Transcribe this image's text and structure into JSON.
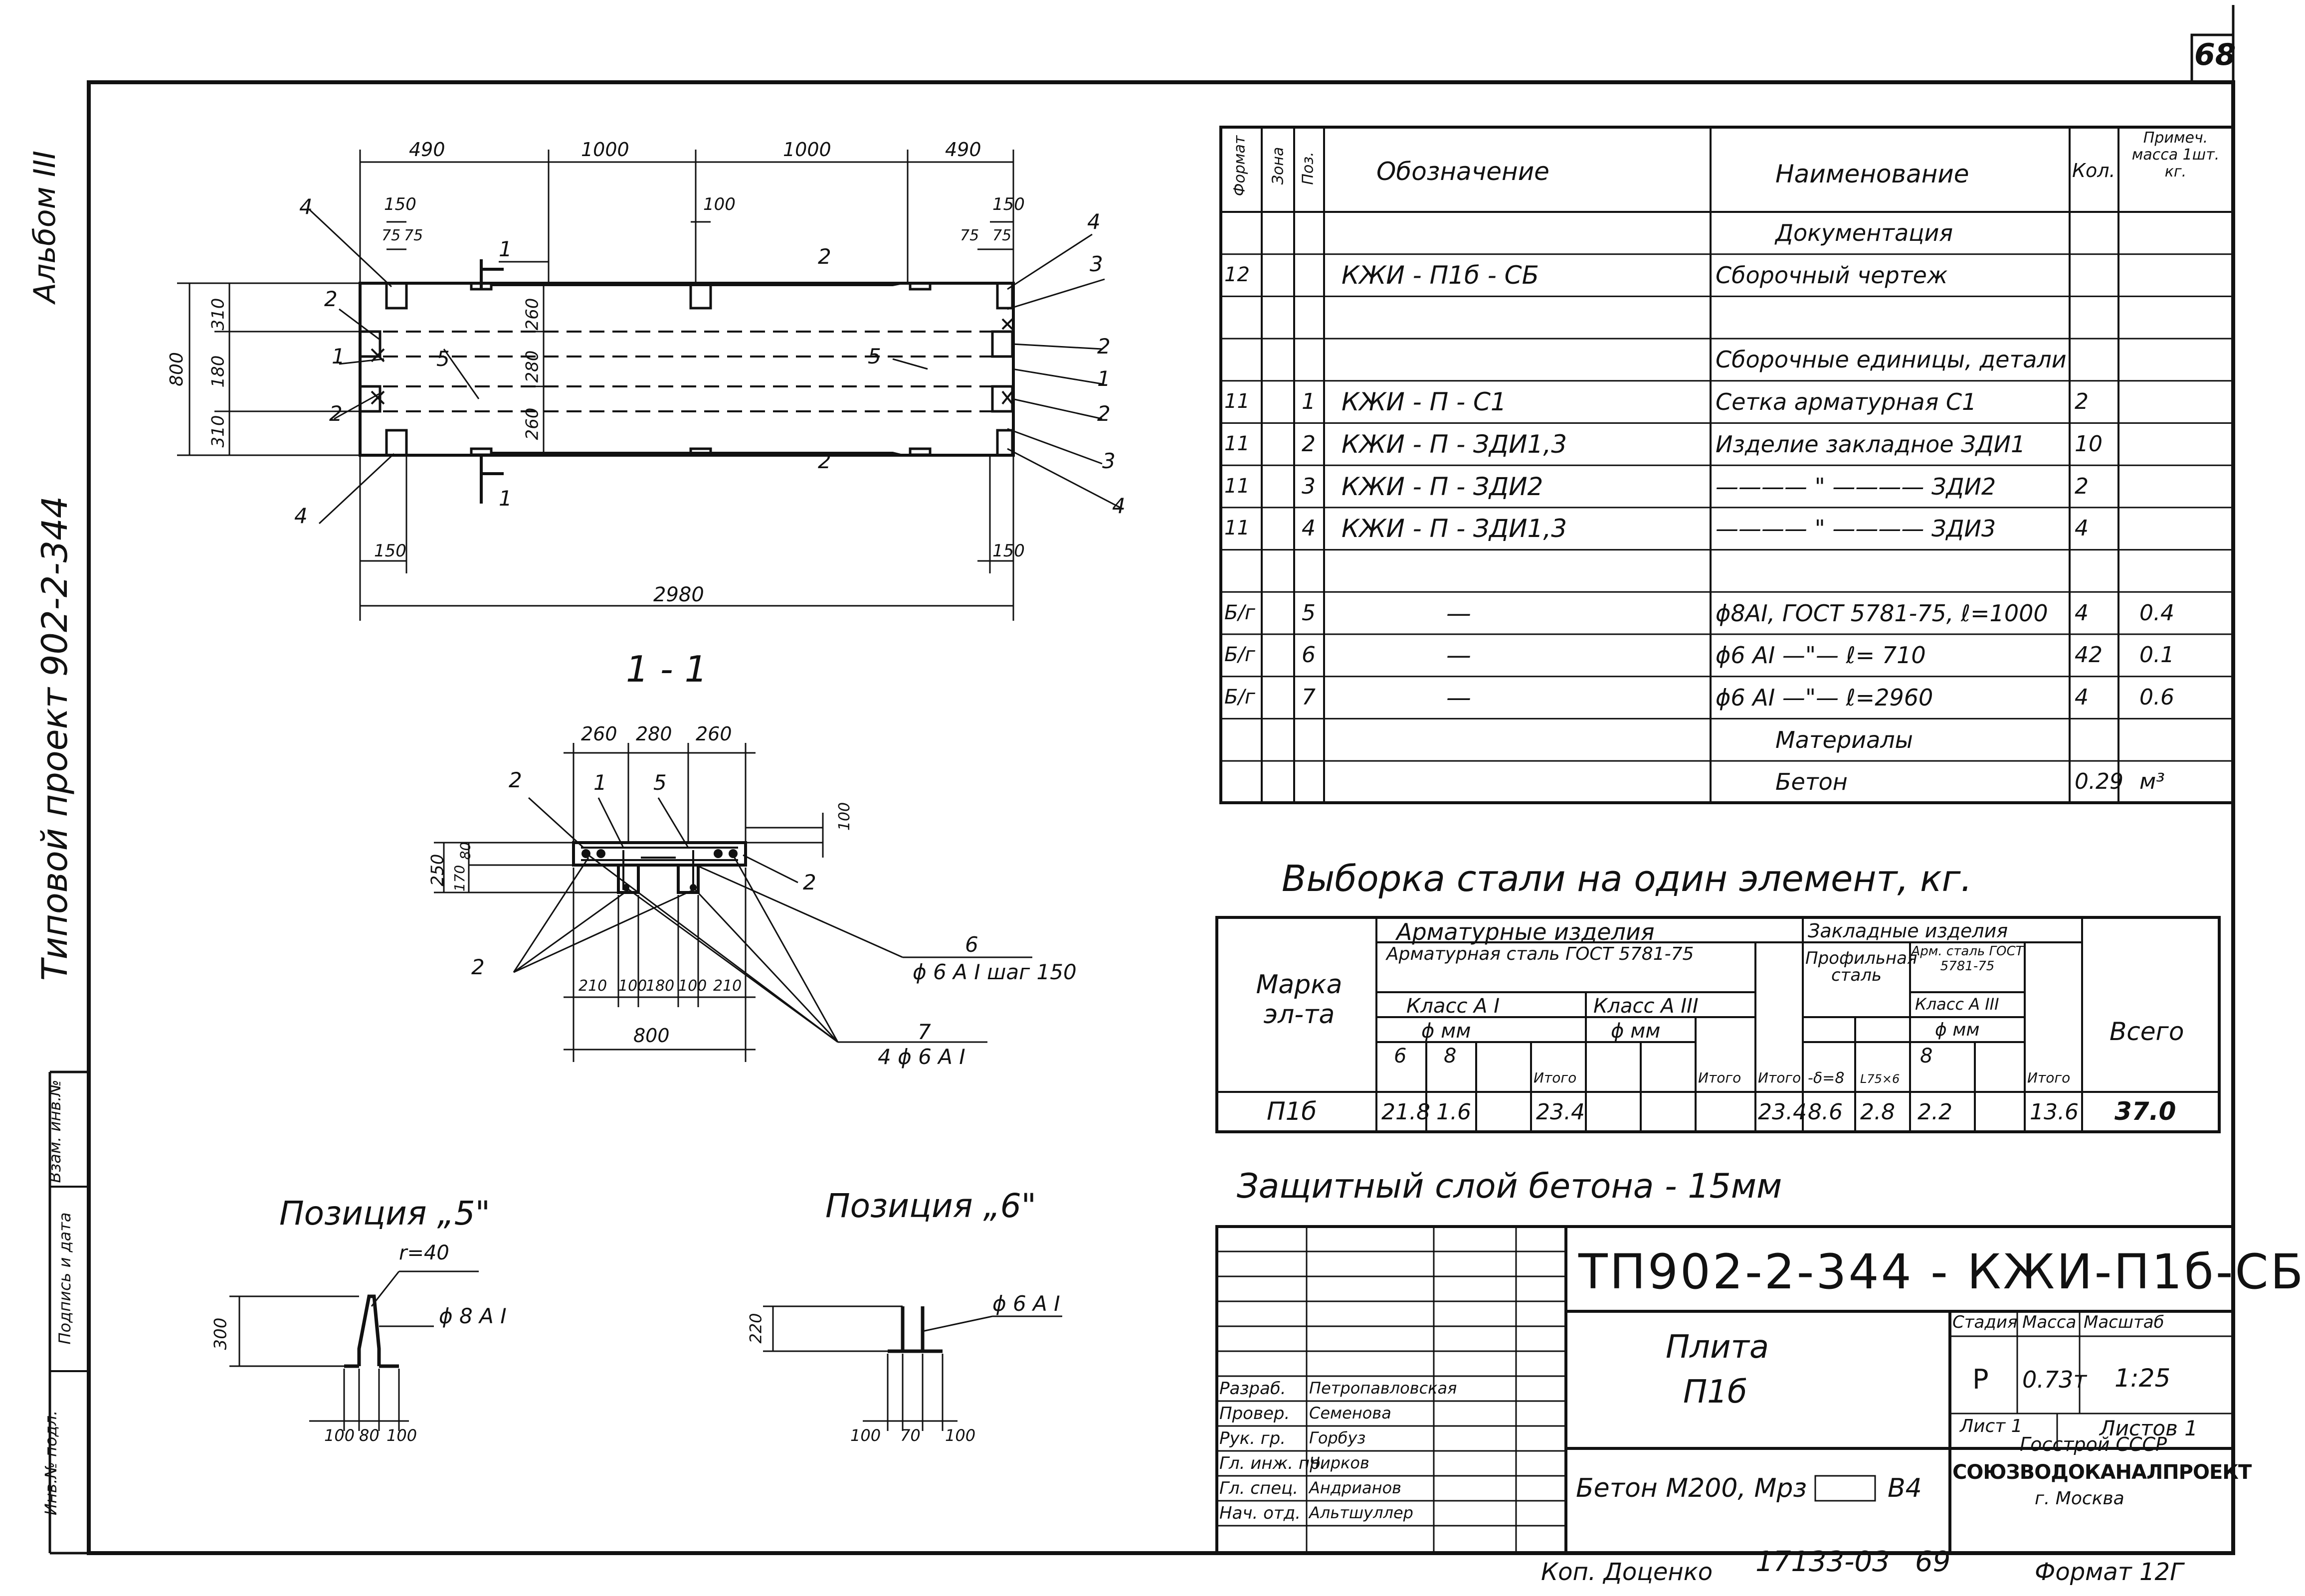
{
  "sheet": {
    "page_number": "68",
    "side_title": "Типовой проект 902-2-344",
    "side_album": "Альбом III",
    "side_boxes": [
      "Инв.№ подл.",
      "Подпись и дата",
      "Взам. инв.№"
    ],
    "copied_by": "Коп. Доценко",
    "order_number": "17133-03",
    "order_page": "69",
    "format_label": "Формат 12Г"
  },
  "plan": {
    "dims_top": [
      "490",
      "1000",
      "1000",
      "490"
    ],
    "dims_minor": [
      "150",
      "75",
      "75",
      "100",
      "150",
      "75",
      "75"
    ],
    "dims_left": [
      "800",
      "310",
      "180",
      "310"
    ],
    "dims_inner": [
      "260",
      "280",
      "260"
    ],
    "dims_bottom": [
      "150",
      "150"
    ],
    "total": "2980",
    "labels": [
      "4",
      "2",
      "1",
      "2",
      "4",
      "1",
      "2",
      "5",
      "5",
      "2",
      "1",
      "4",
      "3",
      "2",
      "1",
      "2",
      "3",
      "4"
    ]
  },
  "section": {
    "title": "1 - 1",
    "dims_top": [
      "260",
      "280",
      "260"
    ],
    "dims_bottom": [
      "210",
      "100",
      "180",
      "100",
      "210"
    ],
    "total": "800",
    "left_dims": [
      "250",
      "170",
      "80"
    ],
    "right_dim": "100",
    "labels": [
      "2",
      "1",
      "5",
      "2",
      "2",
      "6",
      "7"
    ],
    "note_6": "ϕ 6 A I шаг 150",
    "note_7": "4 ϕ 6 A I"
  },
  "pos5": {
    "title": "Позиция „5\"",
    "radius": "r=40",
    "rebar": "ϕ 8 A I",
    "height": "300",
    "dims": [
      "100",
      "80",
      "100"
    ]
  },
  "pos6": {
    "title": "Позиция „6\"",
    "rebar": "ϕ 6 A I",
    "height": "220",
    "dims": [
      "100",
      "70",
      "100"
    ]
  },
  "spec": {
    "headers": [
      "Формат",
      "Зона",
      "Поз.",
      "Обозначение",
      "Наименование",
      "Кол.",
      "Примеч. масса 1шт. кг."
    ],
    "rows": [
      {
        "fmt": "",
        "pos": "",
        "des": "",
        "name": "Документация",
        "qty": "",
        "note": ""
      },
      {
        "fmt": "12",
        "pos": "",
        "des": "КЖИ - П1б - СБ",
        "name": "Сборочный чертеж",
        "qty": "",
        "note": ""
      },
      {
        "fmt": "",
        "pos": "",
        "des": "",
        "name": "",
        "qty": "",
        "note": ""
      },
      {
        "fmt": "",
        "pos": "",
        "des": "",
        "name": "Сборочные единицы, детали",
        "qty": "",
        "note": ""
      },
      {
        "fmt": "11",
        "pos": "1",
        "des": "КЖИ - П - С1",
        "name": "Сетка арматурная С1",
        "qty": "2",
        "note": ""
      },
      {
        "fmt": "11",
        "pos": "2",
        "des": "КЖИ - П - ЗДИ1,3",
        "name": "Изделие закладное ЗДИ1",
        "qty": "10",
        "note": ""
      },
      {
        "fmt": "11",
        "pos": "3",
        "des": "КЖИ - П - ЗДИ2",
        "name": "———— \" ———— ЗДИ2",
        "qty": "2",
        "note": ""
      },
      {
        "fmt": "11",
        "pos": "4",
        "des": "КЖИ - П - ЗДИ1,3",
        "name": "———— \" ———— ЗДИ3",
        "qty": "4",
        "note": ""
      },
      {
        "fmt": "",
        "pos": "",
        "des": "",
        "name": "",
        "qty": "",
        "note": ""
      },
      {
        "fmt": "Б/г",
        "pos": "5",
        "des": "—",
        "name": "ϕ8AI, ГОСТ 5781-75, ℓ=1000",
        "qty": "4",
        "note": "0.4"
      },
      {
        "fmt": "Б/г",
        "pos": "6",
        "des": "—",
        "name": "ϕ6 AI —\"— ℓ= 710",
        "qty": "42",
        "note": "0.1"
      },
      {
        "fmt": "Б/г",
        "pos": "7",
        "des": "—",
        "name": "ϕ6 AI —\"— ℓ=2960",
        "qty": "4",
        "note": "0.6"
      },
      {
        "fmt": "",
        "pos": "",
        "des": "",
        "name": "Материалы",
        "qty": "",
        "note": ""
      },
      {
        "fmt": "",
        "pos": "",
        "des": "",
        "name": "Бетон",
        "qty": "0.29",
        "note": "м³"
      }
    ]
  },
  "steel": {
    "title": "Выборка стали на один элемент, кг.",
    "h_mark": "Марка эл-та",
    "h_arm": "Арматурные изделия",
    "h_arm_steel": "Арматурная сталь ГОСТ 5781-75",
    "h_class_ai": "Класс A I",
    "h_class_aiii": "Класс A III",
    "h_fmm": "ϕ мм",
    "h_d6": "6",
    "h_d8": "8",
    "h_itogo": "Итого",
    "h_emb": "Закладные изделия",
    "h_profile": "Профильная сталь",
    "h_emb_arm": "Арм. сталь ГОСТ 5781-75",
    "h_emb_class": "Класс A III",
    "h_d_emb": "8",
    "h_delta8": "-δ=8",
    "h_l75": "L75×6",
    "h_total": "Всего",
    "row": {
      "mark": "П1б",
      "v6": "21.8",
      "v8": "1.6",
      "it1": "23.4",
      "it3": "23.4",
      "p1": "8.6",
      "p2": "2.8",
      "a8": "2.2",
      "it4": "13.6",
      "total": "37.0"
    }
  },
  "cover_note": "Защитный слой бетона - 15мм",
  "title_block": {
    "code": "ТП902-2-344 - КЖИ-П1б-СБ",
    "name_line1": "Плита",
    "name_line2": "П1б",
    "material": "Бетон М200, Мрз",
    "material_b": "В4",
    "h_stage": "Стадия",
    "h_mass": "Масса",
    "h_scale": "Масштаб",
    "stage": "Р",
    "mass": "0.73т",
    "scale": "1:25",
    "sheet": "Лист 1",
    "sheets": "Листов 1",
    "org1": "Госстрой СССР",
    "org2": "СОЮЗВОДОКАНАЛПРОЕКТ",
    "org3": "г. Москва",
    "people": [
      {
        "role": "Разраб.",
        "name": "Петропавловская"
      },
      {
        "role": "Провер.",
        "name": "Семенова"
      },
      {
        "role": "Рук. гр.",
        "name": "Горбуз"
      },
      {
        "role": "Гл. инж. пр.",
        "name": "Чирков"
      },
      {
        "role": "Гл. спец.",
        "name": "Андрианов"
      },
      {
        "role": "Нач. отд.",
        "name": "Альтшуллер"
      }
    ]
  }
}
